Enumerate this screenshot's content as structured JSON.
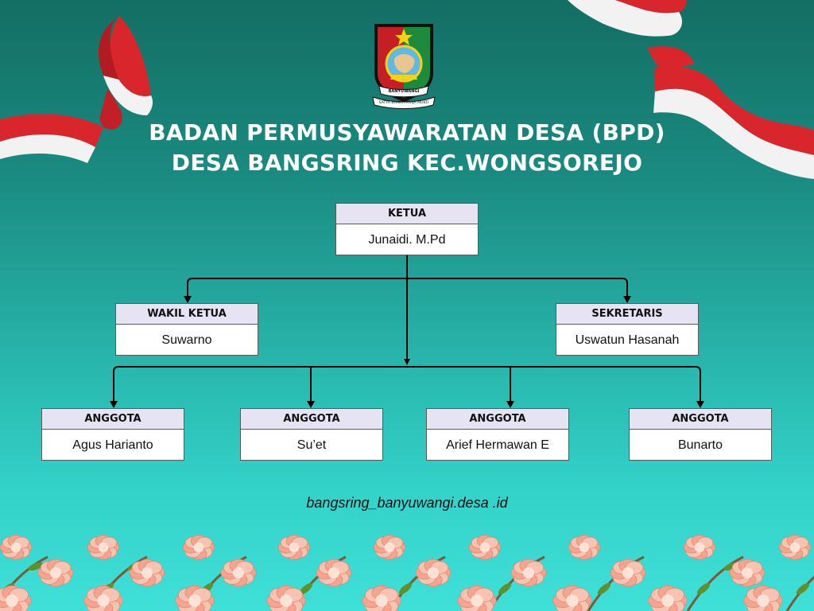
{
  "title": {
    "line1": "BADAN PERMUSYAWARATAN DESA (BPD)",
    "line2": "DESA BANGSRING KEC.WONGSOREJO"
  },
  "emblem": {
    "banner_text": "BANYUWANGI",
    "motto_text": "SATYA BHAKTI PRAJA MUKTI"
  },
  "org_chart": {
    "chair": {
      "role": "KETUA",
      "name": "Junaidi. M.Pd"
    },
    "vice_chair": {
      "role": "WAKIL KETUA",
      "name": "Suwarno"
    },
    "secretary": {
      "role": "SEKRETARIS",
      "name": "Uswatun Hasanah"
    },
    "members": [
      {
        "role": "ANGGOTA",
        "name": "Agus Harianto"
      },
      {
        "role": "ANGGOTA",
        "name": "Su’et"
      },
      {
        "role": "ANGGOTA",
        "name": "Arief Hermawan E"
      },
      {
        "role": "ANGGOTA",
        "name": "Bunarto"
      }
    ]
  },
  "website": "bangsring_banyuwangi.desa .id",
  "colors": {
    "background_top": "#136e63",
    "background_bottom": "#3fe0d8",
    "ribbon_red": "#d8262c",
    "role_header": "#e6e4f2",
    "flower_pink": "#f4a48f"
  }
}
